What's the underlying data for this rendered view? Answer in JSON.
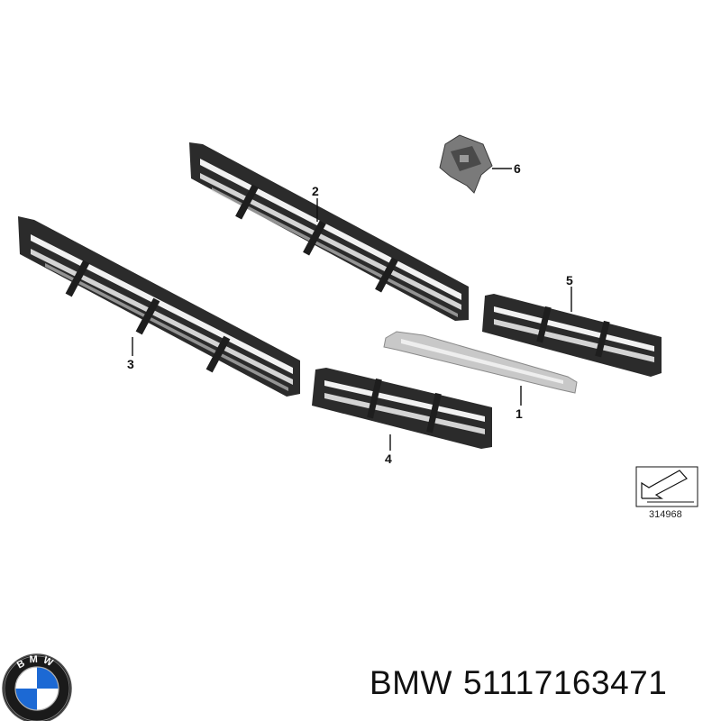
{
  "callouts": [
    "1",
    "2",
    "3",
    "4",
    "5",
    "6"
  ],
  "reference_number": "314968",
  "footer": {
    "brand": "BMW",
    "part_number": "51117163471"
  },
  "logo": {
    "icon": "bmw-roundel-icon",
    "letters": "BMW"
  },
  "colors": {
    "part_dark": "#2b2b2b",
    "part_slot": "#f2f2f2",
    "trim_silver": "#c8c8c8",
    "logo_blue": "#1c69d4"
  }
}
